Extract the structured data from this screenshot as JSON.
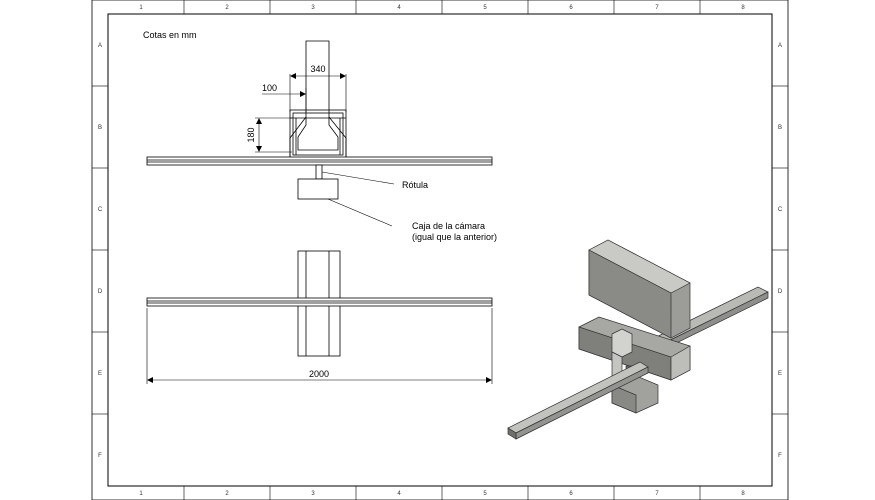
{
  "sheet": {
    "column_refs": [
      "1",
      "2",
      "3",
      "4",
      "5",
      "6",
      "7",
      "8"
    ],
    "row_refs": [
      "A",
      "B",
      "C",
      "D",
      "E",
      "F"
    ]
  },
  "notes": {
    "units": "Cotas en mm"
  },
  "dimensions": {
    "width_top": "340",
    "offset": "100",
    "height": "180",
    "length": "2000"
  },
  "callouts": {
    "rotula": "Rótula",
    "camera_line1": "Caja de la cámara",
    "camera_line2": "(igual que la anterior)"
  }
}
